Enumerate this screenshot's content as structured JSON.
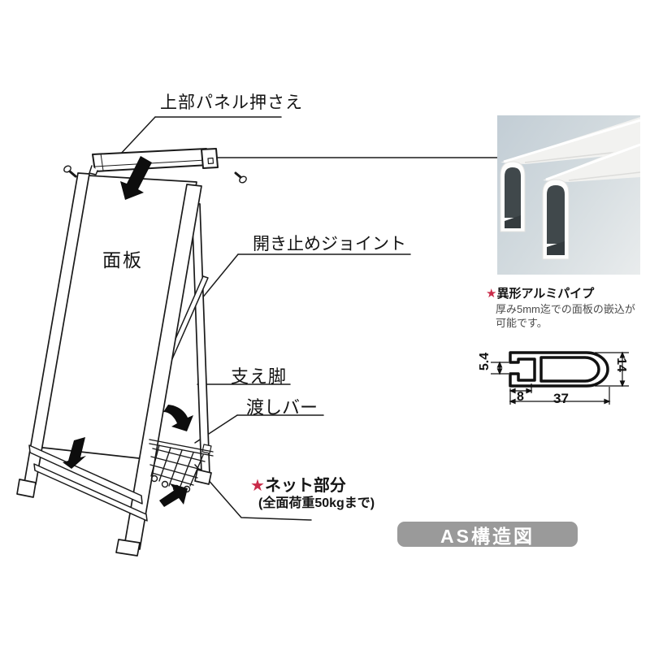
{
  "diagram": {
    "labels": {
      "top_panel_holder": "上部パネル押さえ",
      "face_panel": "面板",
      "open_stop_joint": "開き止めジョイント",
      "support_leg": "支え脚",
      "watashi_bar": "渡しバー",
      "net_star": "★",
      "net_part": "ネット部分",
      "net_load_note": "(全面荷重50kgまで)"
    }
  },
  "pipe_detail": {
    "star": "★",
    "title": "異形アルミパイプ",
    "description_line1": "厚み5mm迄での面板の嵌込が",
    "description_line2": "可能です。",
    "dimensions": {
      "slot_height_mm": "5.4",
      "channel_width_mm": "8",
      "total_width_mm": "37",
      "total_height_mm": "14"
    }
  },
  "footer_badge": {
    "label": "AS構造図"
  },
  "colors": {
    "line_black": "#1a1a1a",
    "star_red": "#c92b49",
    "badge_gray": "#9a9a9a",
    "photo_bg_light": "#e9eced",
    "photo_bg_dark": "#c2cdd5",
    "pipe_opening_dark": "#40484b"
  }
}
